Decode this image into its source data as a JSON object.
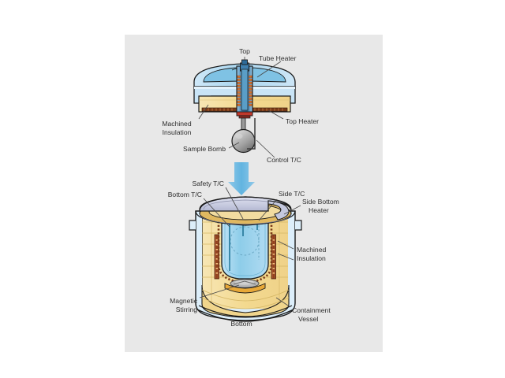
{
  "slide": {
    "background_color": "#ffffff",
    "panel_color": "#e8e8e8"
  },
  "diagram": {
    "title_visible": false,
    "subject": "High pressure reactor / containment vessel cross-section",
    "flow_arrow": {
      "name": "down-arrow",
      "color": "#6cb8e4",
      "direction": "down",
      "meaning": "top assembly lowers into containment vessel"
    },
    "colors": {
      "insulation": "#f5dfa0",
      "insulation_dark": "#e8c878",
      "liquid_blue": "#9ed8f0",
      "body_blue": "#bcdff2",
      "heater_rod": "#9b4a22",
      "heater_strip": "#7a3a18",
      "metal_gray": "#a8a8a8",
      "lid_lavender": "#c8cbe0",
      "outline": "#1a1a1a",
      "label_text": "#2e2e2e"
    },
    "labels": {
      "top": "Top",
      "tube_heater": "Tube Heater",
      "machined_insulation_upper": "Machined\nInsulation",
      "machined_insulation_upper_l1": "Machined",
      "machined_insulation_upper_l2": "Insulation",
      "top_heater": "Top Heater",
      "sample_bomb": "Sample Bomb",
      "control_tc": "Control T/C",
      "safety_tc": "Safety T/C",
      "bottom_tc": "Bottom T/C",
      "side_tc": "Side T/C",
      "side_bottom_heater_l1": "Side Bottom",
      "side_bottom_heater_l2": "Heater",
      "machined_insulation_lower_l1": "Machined",
      "machined_insulation_lower_l2": "Insulation",
      "magnetic_stirring_l1": "Magnetic",
      "magnetic_stirring_l2": "Stirring",
      "bottom": "Bottom",
      "containment_vessel_l1": "Containment",
      "containment_vessel_l2": "Vessel"
    }
  }
}
